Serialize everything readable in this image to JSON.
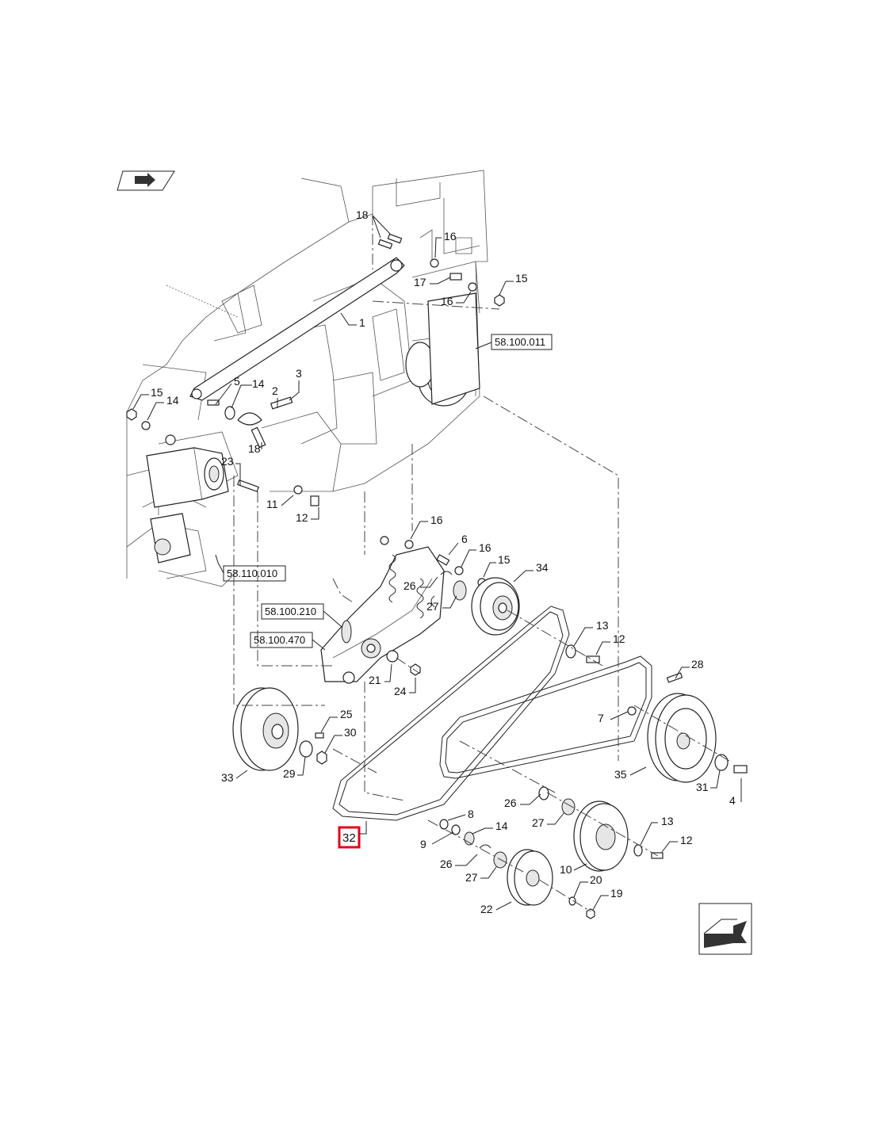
{
  "navigation": {
    "prev_icon": "arrow-back-icon",
    "next_icon": "arrow-forward-icon"
  },
  "references": {
    "r1": "58.100.011",
    "r2": "58.110.010",
    "r3": "58.100.210",
    "r4": "58.100.470"
  },
  "callouts": {
    "c1": "1",
    "c2": "2",
    "c3": "3",
    "c4": "4",
    "c5": "5",
    "c6": "6",
    "c7": "7",
    "c8": "8",
    "c9": "9",
    "c10": "10",
    "c11": "11",
    "c12a": "12",
    "c12b": "12",
    "c12c": "12",
    "c13a": "13",
    "c13b": "13",
    "c14a": "14",
    "c14b": "14",
    "c14c": "14",
    "c15a": "15",
    "c15b": "15",
    "c15c": "15",
    "c16a": "16",
    "c16b": "16",
    "c16c": "16",
    "c16d": "16",
    "c17": "17",
    "c18a": "18",
    "c18b": "18",
    "c19": "19",
    "c20": "20",
    "c21": "21",
    "c22": "22",
    "c23": "23",
    "c24": "24",
    "c25": "25",
    "c26a": "26",
    "c26b": "26",
    "c26c": "26",
    "c27a": "27",
    "c27b": "27",
    "c27c": "27",
    "c28": "28",
    "c29": "29",
    "c30": "30",
    "c31": "31",
    "c32": "32",
    "c33": "33",
    "c34": "34",
    "c35": "35"
  },
  "highlight": {
    "color": "#e3001b",
    "label": "32"
  }
}
